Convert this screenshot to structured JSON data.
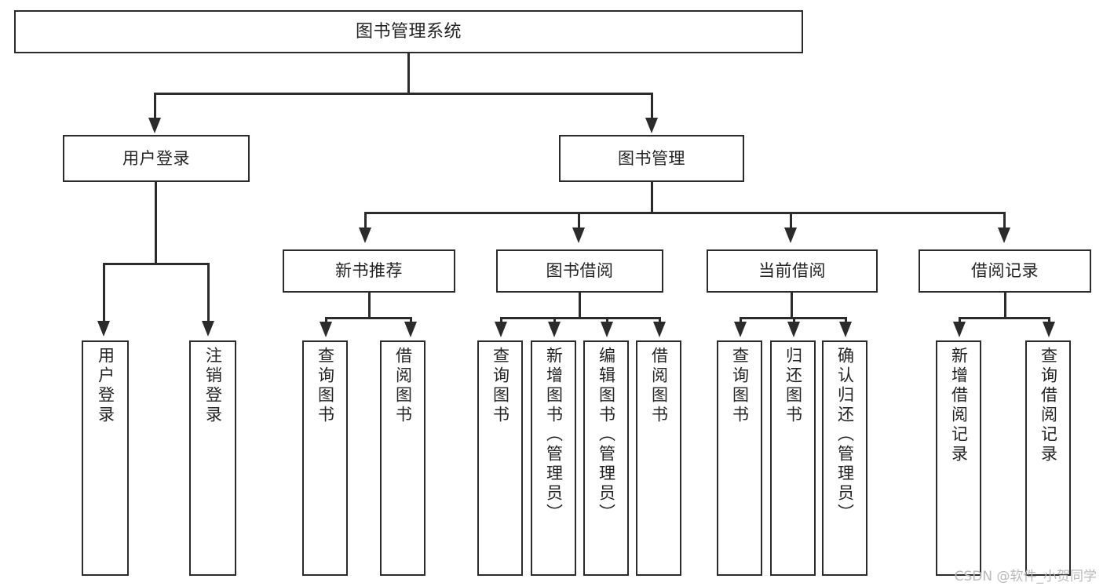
{
  "diagram": {
    "title": "图书管理系统",
    "watermark": "CSDN @软件_小贺同学",
    "root": {
      "label": "图书管理系统"
    },
    "level1": [
      {
        "id": "user-login",
        "label": "用户登录"
      },
      {
        "id": "book-manage",
        "label": "图书管理"
      }
    ],
    "level2": [
      {
        "id": "new-book-rec",
        "label": "新书推荐"
      },
      {
        "id": "book-borrow",
        "label": "图书借阅"
      },
      {
        "id": "current-borrow",
        "label": "当前借阅"
      },
      {
        "id": "borrow-record",
        "label": "借阅记录"
      }
    ],
    "leaves": {
      "user_login": [
        {
          "id": "leaf-user-login",
          "label": "用户登录"
        },
        {
          "id": "leaf-logout",
          "label": "注销登录"
        }
      ],
      "new_book_rec": [
        {
          "id": "leaf-query-book-1",
          "label": "查询图书"
        },
        {
          "id": "leaf-borrow-book-1",
          "label": "借阅图书"
        }
      ],
      "book_borrow": [
        {
          "id": "leaf-query-book-2",
          "label": "查询图书"
        },
        {
          "id": "leaf-add-book",
          "label": "新增图书（管理员）"
        },
        {
          "id": "leaf-edit-book",
          "label": "编辑图书（管理员）"
        },
        {
          "id": "leaf-borrow-book-2",
          "label": "借阅图书"
        }
      ],
      "current_borrow": [
        {
          "id": "leaf-query-book-3",
          "label": "查询图书"
        },
        {
          "id": "leaf-return-book",
          "label": "归还图书"
        },
        {
          "id": "leaf-confirm-return",
          "label": "确认归还（管理员）"
        }
      ],
      "borrow_record": [
        {
          "id": "leaf-add-record",
          "label": "新增借阅记录"
        },
        {
          "id": "leaf-query-record",
          "label": "查询借阅记录"
        }
      ]
    },
    "colors": {
      "stroke": "#2b2b2b",
      "fill": "#ffffff",
      "text": "#232323",
      "watermark": "#b9b9b9"
    }
  }
}
